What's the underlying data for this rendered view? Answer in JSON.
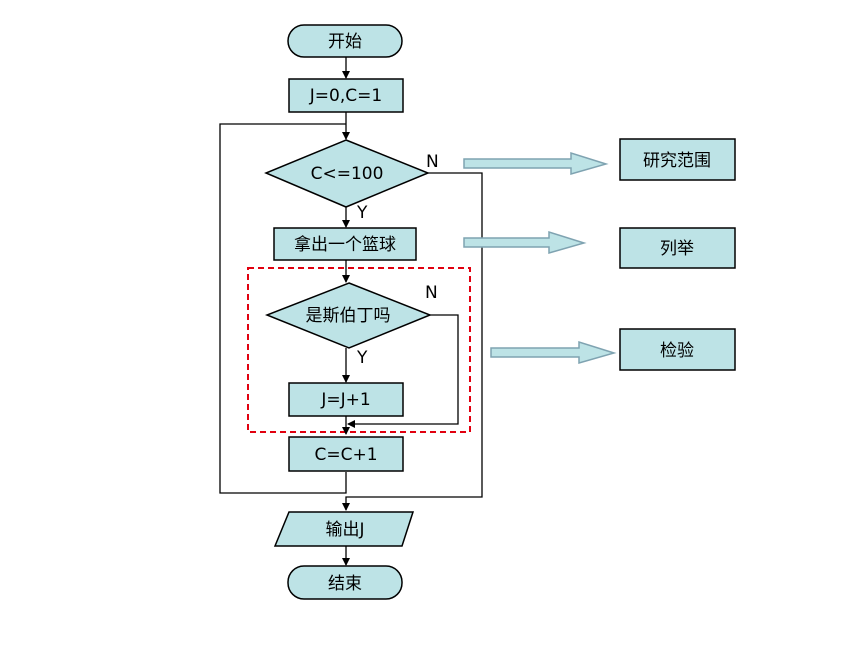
{
  "colors": {
    "node_fill": "#bde3e6",
    "stroke": "#000000",
    "dashed_region": "#e1000f"
  },
  "flowchart": {
    "start": "开始",
    "init": "J=0,C=1",
    "loop_condition": "C<=100",
    "take_ball": "拿出一个篮球",
    "check": "是斯伯丁吗",
    "increment_j": "J=J+1",
    "increment_c": "C=C+1",
    "output": "输出J",
    "end": "结束",
    "labels": {
      "yes": "Y",
      "no": "N"
    }
  },
  "annotations": [
    "研究范围",
    "列举",
    "检验"
  ]
}
